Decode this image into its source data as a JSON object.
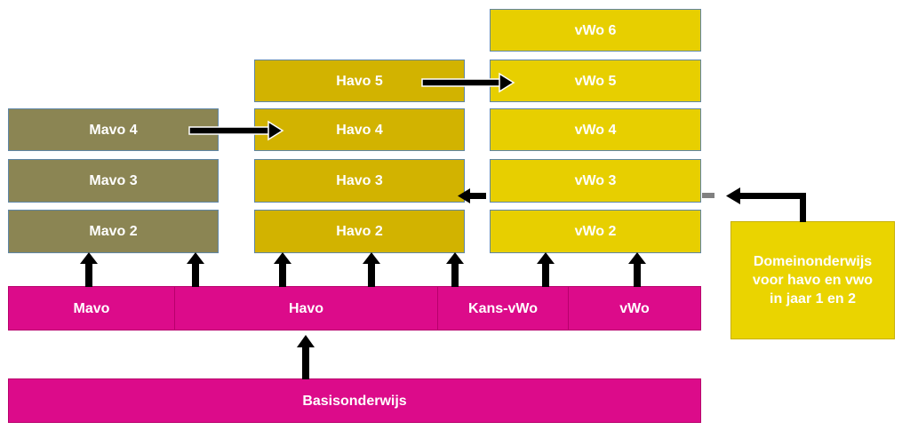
{
  "colors": {
    "mavo_column": "#8b8553",
    "havo_column": "#d2b300",
    "vwo_column": "#e7cf00",
    "magenta": "#dc0b8a",
    "domein": "#ead400",
    "arrow": "#000000",
    "connector_gray": "#808080"
  },
  "mavo": {
    "years": [
      "Mavo 4",
      "Mavo 3",
      "Mavo 2"
    ]
  },
  "havo": {
    "years": [
      "Havo 5",
      "Havo 4",
      "Havo 3",
      "Havo 2"
    ]
  },
  "vwo": {
    "years": [
      "vWo 6",
      "vWo 5",
      "vWo 4",
      "vWo 3",
      "vWo 2"
    ]
  },
  "streams": [
    "Mavo",
    "Havo",
    "Kans-vWo",
    "vWo"
  ],
  "base": "Basisonderwijs",
  "domein": {
    "lines": [
      "Domeinonderwijs",
      "voor havo en vwo",
      "in jaar 1 en 2"
    ]
  }
}
